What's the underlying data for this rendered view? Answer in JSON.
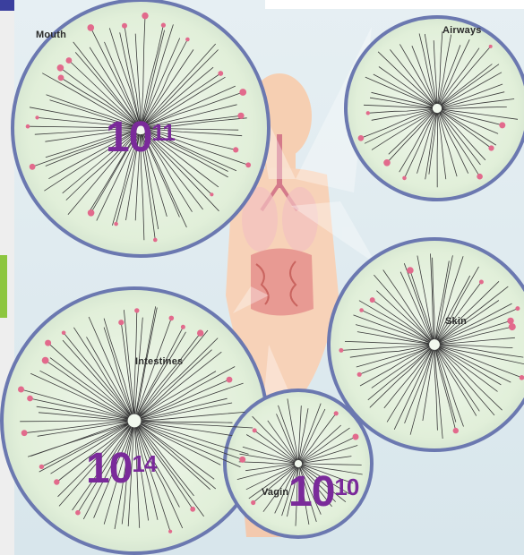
{
  "site_labels": {
    "mouth": "Mouth",
    "airways": "Airways",
    "skin": "Skin",
    "intestines": "Intestines",
    "vagina": "Vagin"
  },
  "counts": {
    "mouth": {
      "base": "10",
      "exp": "11"
    },
    "intestines": {
      "base": "10",
      "exp": "14"
    },
    "vagina": {
      "base": "10",
      "exp": "10"
    }
  },
  "colors": {
    "circle_fill": "#e3f0dd",
    "circle_rim": "#6b78b0",
    "body": "#f7d2b8",
    "intestine": "#e89a93",
    "tip_marker": "#e26a8c",
    "count_text": "#7a2a9a",
    "background": "#dfeaf0",
    "accent_bar": "#8cc63f",
    "header_bar": "#3a3f9e"
  }
}
